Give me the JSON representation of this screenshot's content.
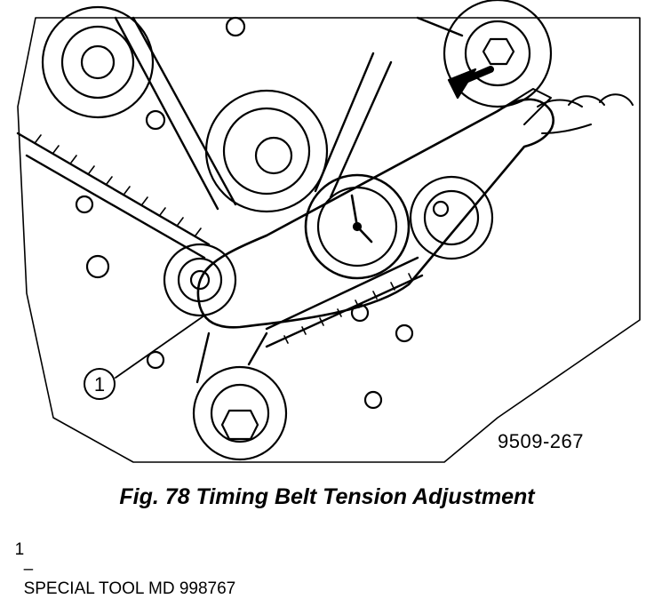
{
  "figure": {
    "callout_number": "1",
    "reference_code": "9509-267"
  },
  "caption": "Fig. 78 Timing Belt Tension Adjustment",
  "legend": [
    {
      "number": "1",
      "separator": "–",
      "label": "SPECIAL TOOL MD 998767"
    }
  ]
}
